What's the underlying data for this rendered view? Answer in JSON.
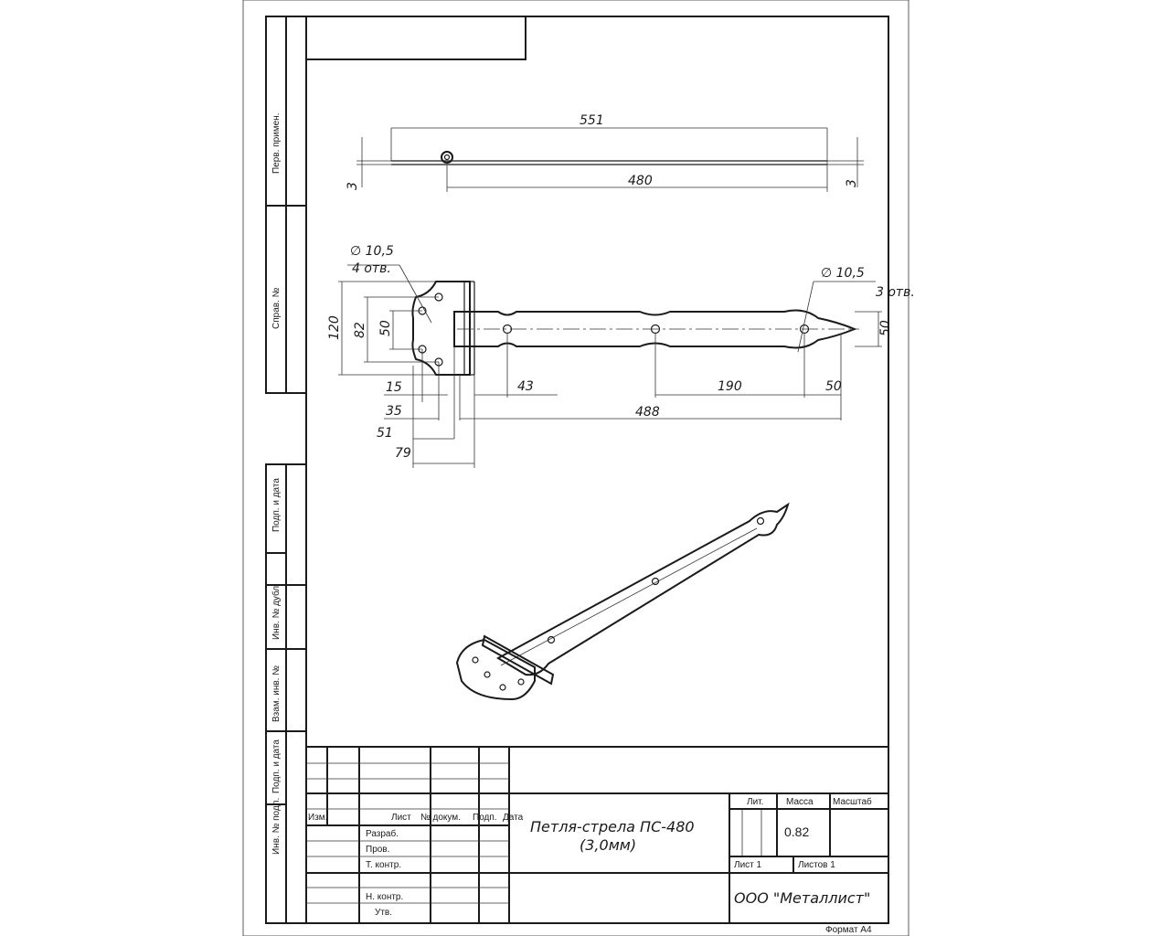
{
  "side_labels": [
    "Перв. примен.",
    "Справ. №",
    "Подп. и дата",
    "Инв. № дубл.",
    "Взам. инв. №",
    "Подп. и дата",
    "Инв. № подл."
  ],
  "side_view": {
    "overall": "551",
    "length": "480",
    "thickness_left": "3",
    "thickness_right": "3"
  },
  "plan_view": {
    "hole_left": "∅ 10,5",
    "hole_left_count": "4 отв.",
    "hole_right": "∅ 10,5",
    "hole_right_count": "3 отв.",
    "dims": {
      "h120": "120",
      "h82": "82",
      "h50": "50",
      "h50r": "50",
      "d15": "15",
      "d35": "35",
      "d51": "51",
      "d79": "79",
      "d43": "43",
      "d190": "190",
      "d50": "50",
      "d488": "488"
    }
  },
  "title_block": {
    "headers": {
      "izm": "Изм.",
      "list": "Лист",
      "ndoc": "№ докум.",
      "podp": "Подп.",
      "data": "Дата"
    },
    "roles": [
      "Разраб.",
      "Пров.",
      "Т. контр.",
      "Н. контр.",
      "Утв."
    ],
    "title_line1": "Петля-стрела ПС-480",
    "title_line2": "(3,0мм)",
    "lit": "Лит.",
    "massa": "Масса",
    "masshtab": "Масштаб",
    "mass_value": "0.82",
    "sheet": "Лист 1",
    "sheets": "Листов 1",
    "company": "ООО \"Металлист\"",
    "format": "Формат А4"
  }
}
